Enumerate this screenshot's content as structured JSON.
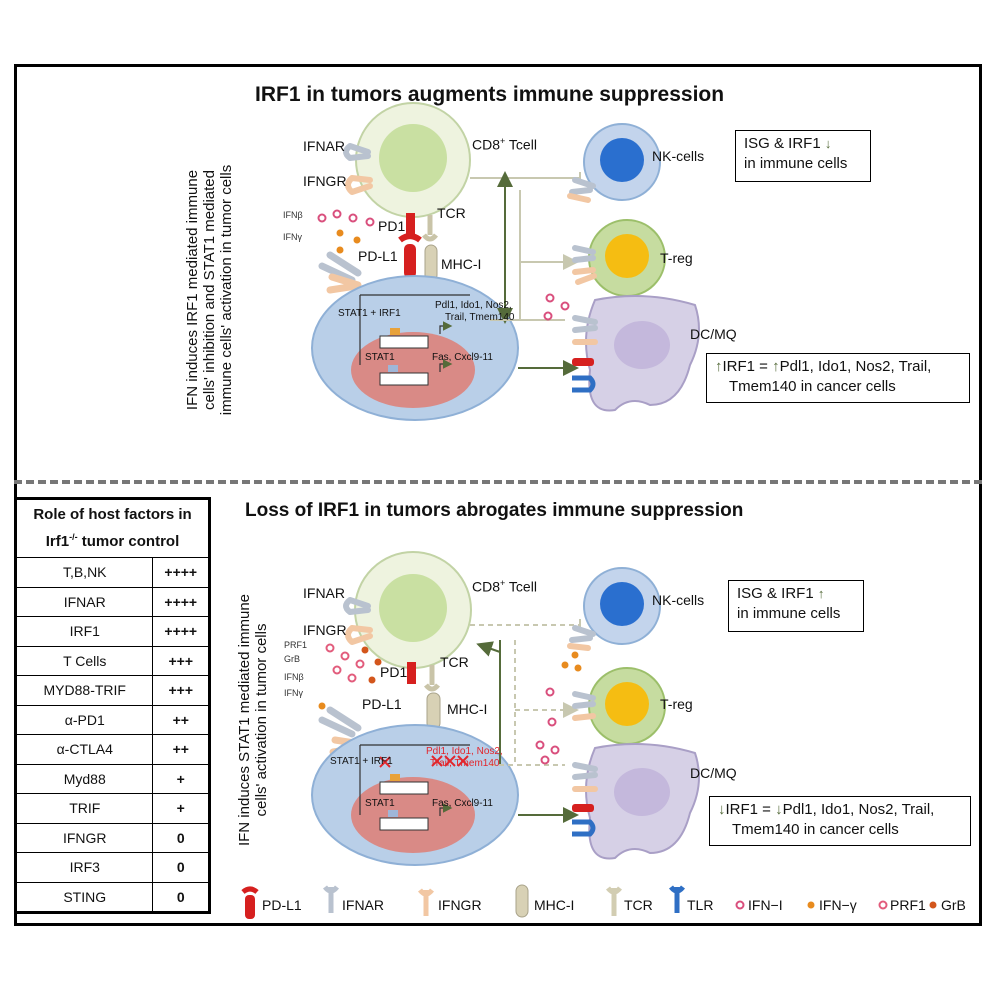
{
  "top_panel": {
    "title": "IRF1 in tumors augments immune suppression",
    "side_text_line1": "IFN induces IRF1 mediated immune",
    "side_text_line2": "cells' inhibition and  STAT1 mediated",
    "side_text_line3": "immune cells' activation in tumor cells",
    "labels": {
      "ifnar": "IFNAR",
      "ifngr": "IFNGR",
      "ifnb": "IFNβ",
      "ifng": "IFNγ",
      "cd8_main": "CD8",
      "cd8_sup": "+",
      "cd8_rest": " Tcell",
      "pd1": "PD1",
      "tcr": "TCR",
      "pdl1": "PD-L1",
      "mhc": "MHC-I",
      "stat1_irf1": "STAT1 + IRF1",
      "irf1_targets_1": "Pdl1, Ido1, Nos2,",
      "irf1_targets_2": "Trail, Tmem140",
      "stat1": "STAT1",
      "stat1_targets": "Fas, Cxcl9-11",
      "nk": "NK-cells",
      "treg": "T-reg",
      "dcmq": "DC/MQ"
    },
    "isg_box_line1": "ISG & IRF1",
    "isg_box_line2": "in immune cells",
    "irf1_box_line1a": "IRF1 = ",
    "irf1_box_line1b": "Pdl1, Ido1, Nos2, Trail,",
    "irf1_box_line2": "Tmem140 in cancer cells"
  },
  "bottom_panel": {
    "title": "Loss of IRF1 in tumors abrogates immune suppression",
    "side_text_line1": "IFN induces STAT1 mediated immune",
    "side_text_line2": "cells' activation in tumor cells",
    "labels": {
      "ifnar": "IFNAR",
      "ifngr": "IFNGR",
      "prf1": "PRF1",
      "grb": "GrB",
      "ifnb": "IFNβ",
      "ifng": "IFNγ",
      "cd8_main": "CD8",
      "cd8_sup": "+",
      "cd8_rest": " Tcell",
      "pd1": "PD1",
      "tcr": "TCR",
      "pdl1": "PD-L1",
      "mhc": "MHC-I",
      "stat1_irf1": "STAT1 + IRF1",
      "irf1_targets_1": "Pdl1, Ido1, Nos2,",
      "irf1_targets_2": "Trail, Tmem140",
      "stat1": "STAT1",
      "stat1_targets": "Fas, Cxcl9-11",
      "nk": "NK-cells",
      "treg": "T-reg",
      "dcmq": "DC/MQ"
    },
    "isg_box_line1": "ISG & IRF1",
    "isg_box_line2": "in immune cells",
    "irf1_box_line1a": "IRF1 = ",
    "irf1_box_line1b": "Pdl1, Ido1, Nos2, Trail,",
    "irf1_box_line2": "Tmem140 in cancer cells"
  },
  "role_table": {
    "header_line1": "Role of host factors in",
    "header_line2a": "Irf1",
    "header_line2sup": "-/-",
    "header_line2b": " tumor control",
    "rows": [
      {
        "factor": "T,B,NK",
        "score": "++++"
      },
      {
        "factor": "IFNAR",
        "score": "++++"
      },
      {
        "factor": "IRF1",
        "score": "++++"
      },
      {
        "factor": "T Cells",
        "score": "+++"
      },
      {
        "factor": "MYD88-TRIF",
        "score": "+++"
      },
      {
        "factor": "α-PD1",
        "score": "++"
      },
      {
        "factor": "α-CTLA4",
        "score": "++"
      },
      {
        "factor": "Myd88",
        "score": "+"
      },
      {
        "factor": "TRIF",
        "score": "+"
      },
      {
        "factor": "IFNGR",
        "score": "0"
      },
      {
        "factor": "IRF3",
        "score": "0"
      },
      {
        "factor": "STING",
        "score": "0"
      }
    ]
  },
  "legend": {
    "pdl1": "PD-L1",
    "ifnar": "IFNAR",
    "ifngr": "IFNGR",
    "mhc": "MHC-I",
    "tcr": "TCR",
    "tlr": "TLR",
    "ifn1": "IFN−I",
    "ifng": "IFN−γ",
    "prf1": "PRF1",
    "grb": "GrB"
  },
  "colors": {
    "cd8_outer": "#eef3df",
    "cd8_inner": "#c9e0a2",
    "tumor_outer": "#b9cfe8",
    "tumor_nucleus": "#d98a86",
    "nk_nucleus": "#2a6fcf",
    "treg_outer": "#c6dca0",
    "treg_nucleus": "#f5bd12",
    "dc_outer": "#d6d0e6",
    "dc_nucleus": "#c4b8dc",
    "pdl1": "#d6201f",
    "ifnar": "#b9c2cf",
    "ifngr": "#f2c7a3",
    "mhc": "#d8d1b5",
    "tcr": "#d2cdb2",
    "tlr": "#2f6fc4",
    "ifn1": "#d94f7d",
    "ifng": "#e88b1e",
    "prf1": "#e25c7c",
    "grb": "#d3561c",
    "arrow": "#556b3a"
  }
}
